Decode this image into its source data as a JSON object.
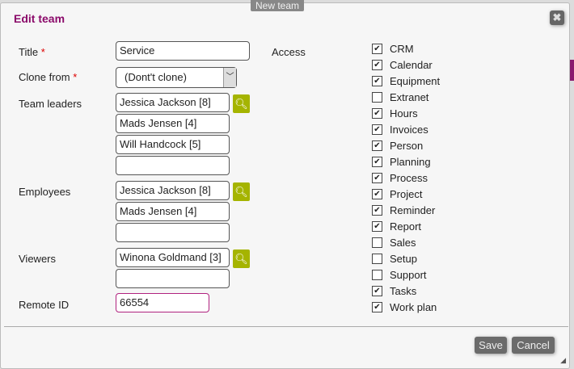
{
  "background": {
    "button_label": "New team"
  },
  "dialog": {
    "title": "Edit team",
    "close_icon": "close-icon"
  },
  "form": {
    "title_label": "Title",
    "title_value": "Service",
    "clone_label": "Clone from",
    "clone_value": "(Dont't clone)",
    "leaders_label": "Team leaders",
    "leaders": [
      "Jessica Jackson [8]",
      "Mads Jensen [4]",
      "Will Handcock [5]",
      ""
    ],
    "employees_label": "Employees",
    "employees": [
      "Jessica Jackson [8]",
      "Mads Jensen [4]",
      ""
    ],
    "viewers_label": "Viewers",
    "viewers": [
      "Winona Goldmand [3]",
      ""
    ],
    "remote_label": "Remote ID",
    "remote_value": "66554",
    "required_mark": "*"
  },
  "access": {
    "label": "Access",
    "items": [
      {
        "label": "CRM",
        "checked": true
      },
      {
        "label": "Calendar",
        "checked": true
      },
      {
        "label": "Equipment",
        "checked": true
      },
      {
        "label": "Extranet",
        "checked": false
      },
      {
        "label": "Hours",
        "checked": true
      },
      {
        "label": "Invoices",
        "checked": true
      },
      {
        "label": "Person",
        "checked": true
      },
      {
        "label": "Planning",
        "checked": true
      },
      {
        "label": "Process",
        "checked": true
      },
      {
        "label": "Project",
        "checked": true
      },
      {
        "label": "Reminder",
        "checked": true
      },
      {
        "label": "Report",
        "checked": true
      },
      {
        "label": "Sales",
        "checked": false
      },
      {
        "label": "Setup",
        "checked": false
      },
      {
        "label": "Support",
        "checked": false
      },
      {
        "label": "Tasks",
        "checked": true
      },
      {
        "label": "Work plan",
        "checked": true
      }
    ]
  },
  "buttons": {
    "save": "Save",
    "cancel": "Cancel"
  },
  "accent": "#8b0a6a",
  "search_color": "#a5b400"
}
